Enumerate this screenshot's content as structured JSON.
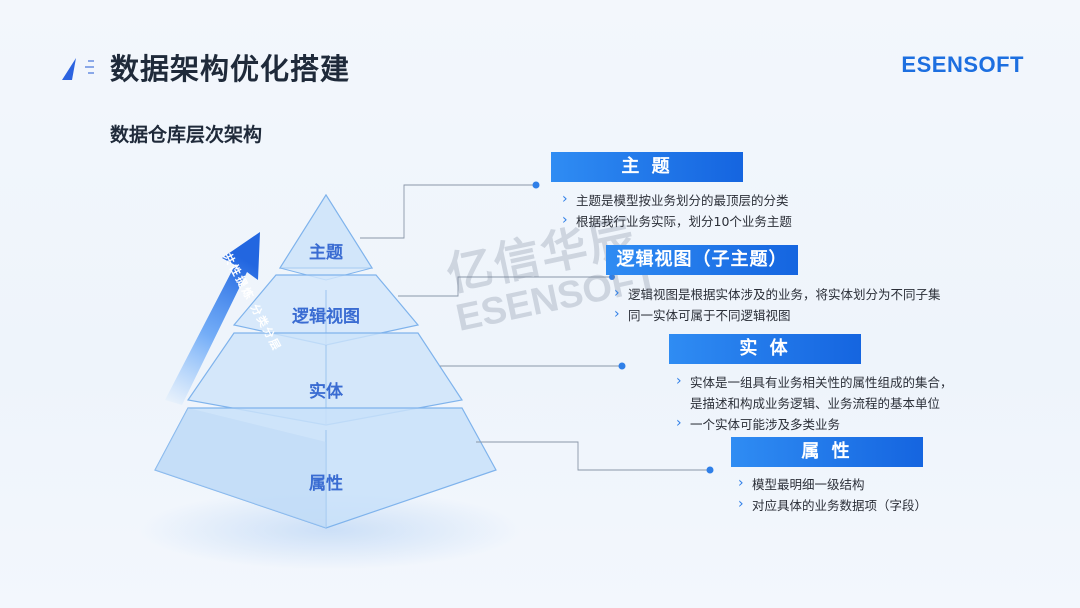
{
  "header": {
    "title": "数据架构优化搭建",
    "brand": "ESENSOFT"
  },
  "subtitle": "数据仓库层次架构",
  "pyramid": {
    "layers": [
      "主题",
      "逻辑视图",
      "实体",
      "属性"
    ],
    "arrow_text": "共性提炼 分类分层"
  },
  "sections": [
    {
      "title": "主 题",
      "bullets": [
        "主题是模型按业务划分的最顶层的分类",
        "根据我行业务实际，划分10个业务主题"
      ]
    },
    {
      "title": "逻辑视图（子主题）",
      "bullets": [
        "逻辑视图是根据实体涉及的业务，将实体划分为不同子集",
        "同一实体可属于不同逻辑视图"
      ]
    },
    {
      "title": "实 体",
      "bullets": [
        "实体是一组具有业务相关性的属性组成的集合，",
        "是描述和构成业务逻辑、业务流程的基本单位",
        "一个实体可能涉及多类业务"
      ]
    },
    {
      "title": "属 性",
      "bullets": [
        "模型最明细一级结构",
        "对应具体的业务数据项（字段）"
      ]
    }
  ],
  "watermark": {
    "cn": "亿信华辰",
    "en": "ESENSOFT"
  },
  "colors": {
    "accent": "#1d6fe0",
    "bar_start": "#2f8cf3",
    "bar_end": "#1565e0",
    "layer_text": "#3a6cd2"
  }
}
